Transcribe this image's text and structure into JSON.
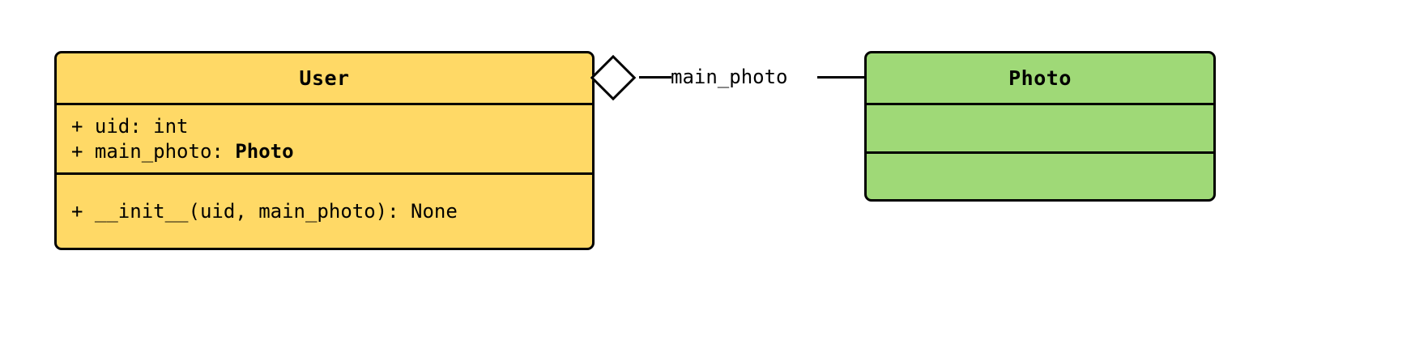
{
  "diagram": {
    "kind": "uml-class-diagram",
    "background": "#ffffff",
    "classes": [
      {
        "id": "user",
        "name": "User",
        "fill": "#ffd966",
        "stroke": "#000000",
        "attributes": [
          {
            "visibility": "+",
            "text": "+ uid: int"
          },
          {
            "visibility": "+",
            "prefix": "+ main_photo: ",
            "type": "Photo"
          }
        ],
        "methods": [
          {
            "visibility": "+",
            "text": "+ __init__(uid, main_photo): None"
          }
        ]
      },
      {
        "id": "photo",
        "name": "Photo",
        "fill": "#9fd977",
        "stroke": "#000000",
        "attributes": [],
        "methods": []
      }
    ],
    "relationships": [
      {
        "id": "user-photo-aggregation",
        "type": "aggregation",
        "source": "User",
        "target": "Photo",
        "label": "main_photo",
        "marker": "hollow-diamond"
      }
    ]
  }
}
